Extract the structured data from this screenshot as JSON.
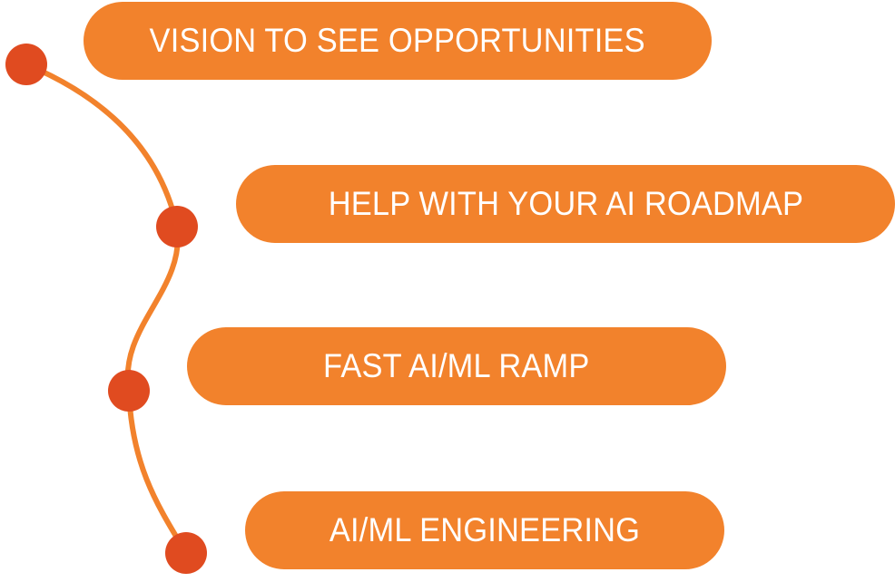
{
  "colors": {
    "pill_fill": "#f2822c",
    "pill_text": "#ffffff",
    "connector_line": "#f2822c",
    "node_dot": "#e04b20"
  },
  "steps": [
    {
      "label": "VISION TO SEE OPPORTUNITIES"
    },
    {
      "label": "HELP WITH YOUR AI ROADMAP"
    },
    {
      "label": "FAST AI/ML RAMP"
    },
    {
      "label": "AI/ML ENGINEERING"
    }
  ]
}
